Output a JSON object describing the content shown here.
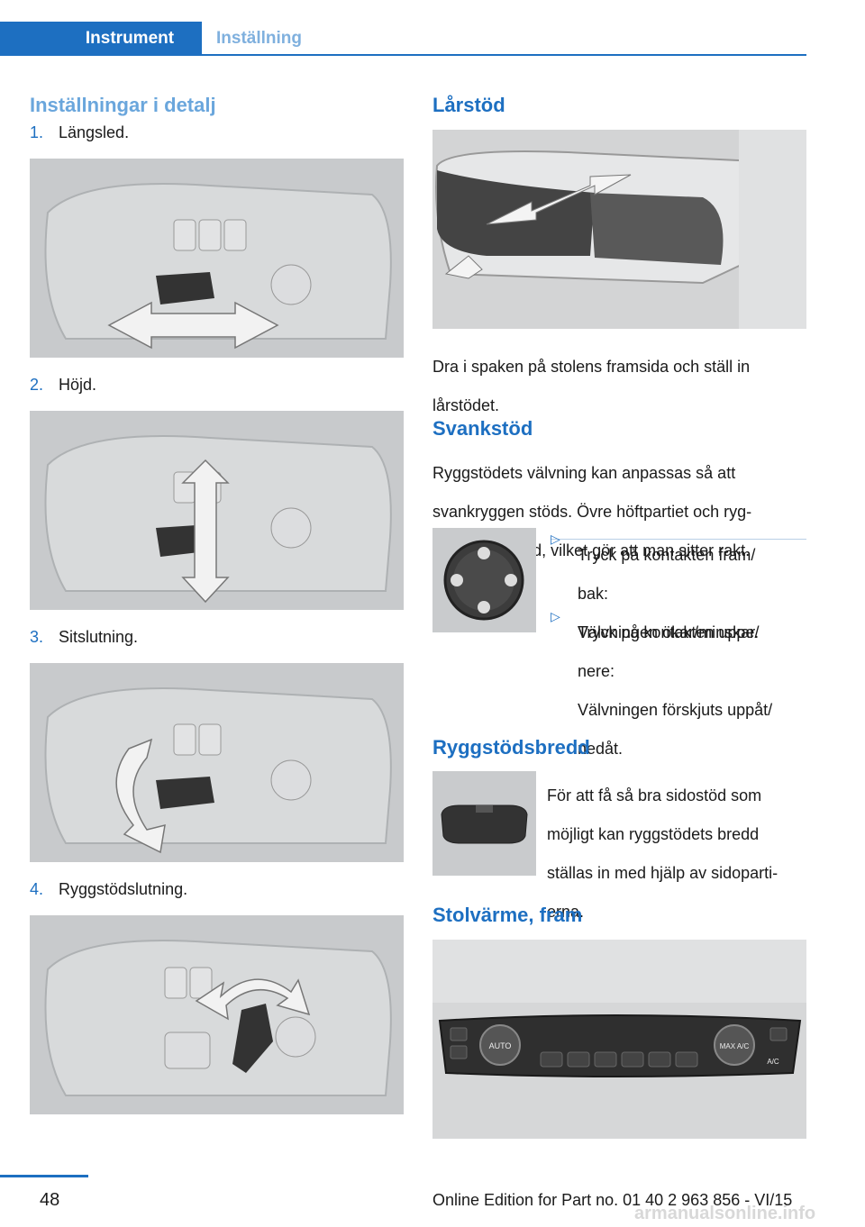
{
  "header": {
    "tab_active": "Instrument",
    "tab_inactive": "Inställning"
  },
  "left": {
    "heading": "Inställningar i detalj",
    "steps": [
      {
        "num": "1.",
        "label": "Längsled."
      },
      {
        "num": "2.",
        "label": "Höjd."
      },
      {
        "num": "3.",
        "label": "Sitslutning."
      },
      {
        "num": "4.",
        "label": "Ryggstödslutning."
      }
    ]
  },
  "right": {
    "larstod": {
      "heading": "Lårstöd",
      "text1": "Dra i spaken på stolens framsida och ställ in",
      "text2": "lårstödet."
    },
    "svankstod": {
      "heading": "Svankstöd",
      "lines": [
        "Ryggstödets välvning kan anpassas så att",
        "svankryggen stöds. Övre höftpartiet och ryg‐",
        "graden får stöd, vilket gör att man sitter rakt."
      ],
      "bullets": [
        {
          "line1": "Tryck på kontakten fram/",
          "line2": "bak:",
          "sub": "Välvningen ökar/minskar."
        },
        {
          "line1": "Tryck på kontakten uppe/",
          "line2": "nere:",
          "sub1": "Välvningen förskjuts uppåt/",
          "sub2": "nedåt."
        }
      ]
    },
    "ryggstodsbredd": {
      "heading": "Ryggstödsbredd",
      "lines": [
        "För att få så bra sidostöd som",
        "möjligt kan ryggstödets bredd",
        "ställas in med hjälp av sidoparti‐",
        "erna."
      ]
    },
    "stolvarme": {
      "heading": "Stolvärme, fram",
      "panel_labels": {
        "auto": "AUTO",
        "max": "MAX A/C",
        "ac": "A/C"
      }
    }
  },
  "footer": {
    "page": "48",
    "edition": "Online Edition for Part no. 01 40 2 963 856 - VI/15",
    "watermark": "armanualsonline.info"
  }
}
